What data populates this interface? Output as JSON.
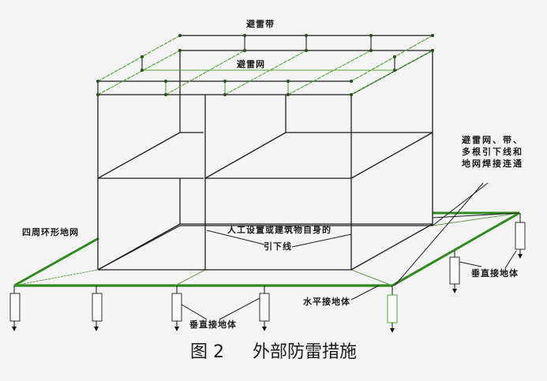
{
  "figure": {
    "number": "图 2",
    "title": "外部防雷措施"
  },
  "labels": {
    "lightning_belt": "避雷带",
    "lightning_net": "避雷网",
    "connection_note": "避雷网、带、多根引下线和地网焊接连通",
    "ring_ground_net": "四周环形地网",
    "down_conductor": "人工设置或建筑物自身的引下线",
    "down_conductor_line1": "人工设置或建筑物自身的",
    "down_conductor_line2": "引下线",
    "horizontal_electrode": "水平接地体",
    "vertical_electrode_right": "垂直接地体",
    "vertical_electrode_front": "垂直接地体"
  },
  "colors": {
    "structure_line": "#1e1e1e",
    "ground_ring": "#2f8a1f",
    "roof_net": "#5aa53a",
    "background": "#f4f5f4"
  },
  "electrodes": {
    "front_positions_x": [
      18,
      122,
      222,
      333,
      497
    ],
    "right_positions_x": [
      574,
      658
    ]
  }
}
